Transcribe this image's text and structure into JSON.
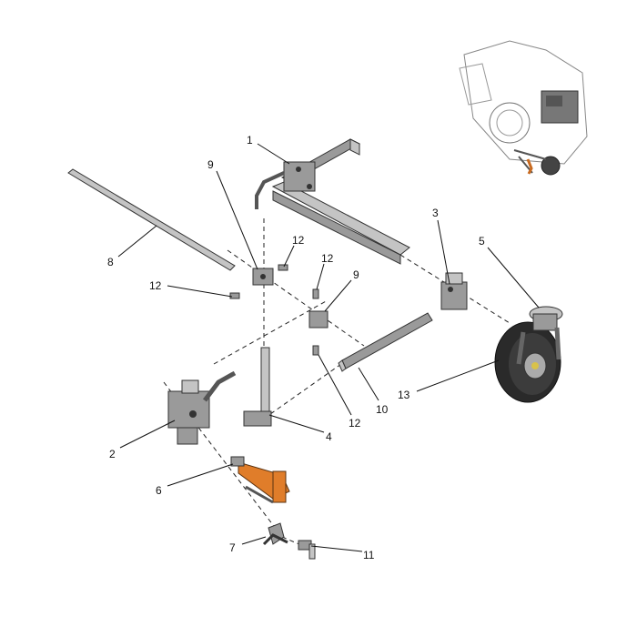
{
  "colors": {
    "part": "#9a9a9a",
    "accent": "#e07d2a",
    "line": "#222222"
  },
  "callouts": [
    {
      "id": "c1",
      "label": "1"
    },
    {
      "id": "c9a",
      "label": "9"
    },
    {
      "id": "c12a",
      "label": "12"
    },
    {
      "id": "c8",
      "label": "8"
    },
    {
      "id": "c12b",
      "label": "12"
    },
    {
      "id": "c12c",
      "label": "12"
    },
    {
      "id": "c9b",
      "label": "9"
    },
    {
      "id": "c3",
      "label": "3"
    },
    {
      "id": "c5",
      "label": "5"
    },
    {
      "id": "c13",
      "label": "13"
    },
    {
      "id": "c10",
      "label": "10"
    },
    {
      "id": "c12d",
      "label": "12"
    },
    {
      "id": "c4",
      "label": "4"
    },
    {
      "id": "c2",
      "label": "2"
    },
    {
      "id": "c6",
      "label": "6"
    },
    {
      "id": "c7",
      "label": "7"
    },
    {
      "id": "c11",
      "label": "11"
    }
  ]
}
